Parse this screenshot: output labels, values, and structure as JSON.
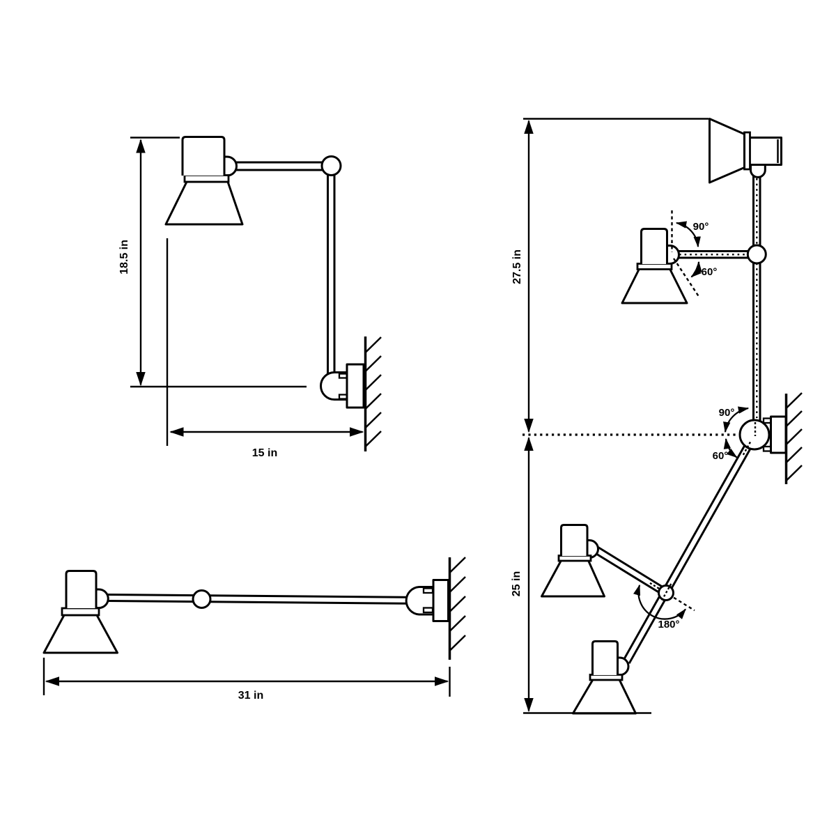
{
  "canvas": {
    "background": "#ffffff",
    "line_color": "#000000"
  },
  "folded_view": {
    "height_label": "18.5 in",
    "depth_label": "15 in"
  },
  "extended_view": {
    "reach_label": "31 in"
  },
  "articulation_view": {
    "above_wall_label": "27.5 in",
    "below_wall_label": "25 in",
    "head_tilt_up_label": "90°",
    "head_tilt_down_label": "60°",
    "arm_swing_up_label": "90°",
    "arm_swing_down_label": "60°",
    "elbow_swing_label": "180°"
  }
}
